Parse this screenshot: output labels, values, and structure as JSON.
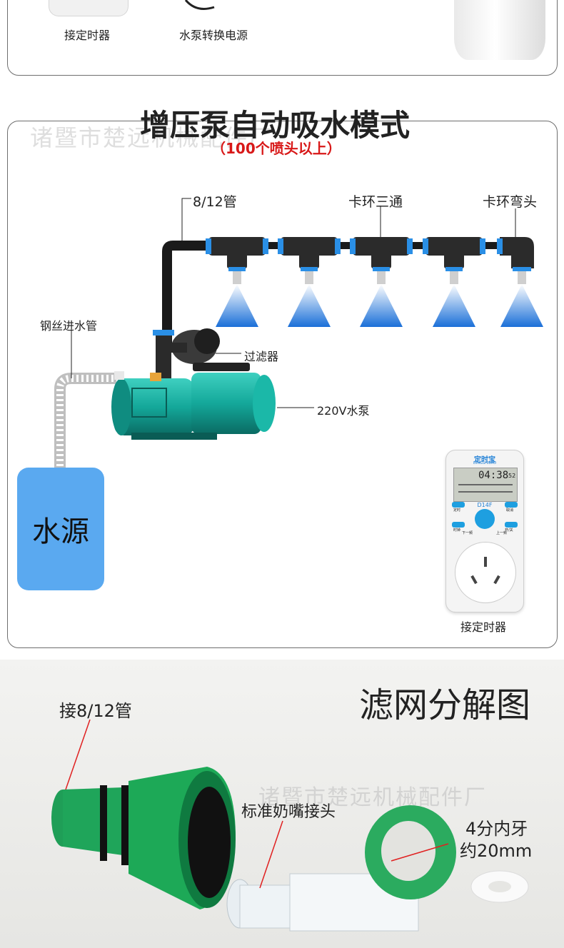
{
  "top_panel": {
    "timer_label": "接定时器",
    "power_label": "水泵转换电源"
  },
  "diagram": {
    "title": "增压泵自动吸水模式",
    "subtitle": "（100个喷头以上）",
    "watermark": "诸暨市楚远机械配件厂",
    "labels": {
      "pipe": "8/12管",
      "tee": "卡环三通",
      "elbow": "卡环弯头",
      "inlet_hose": "钢丝进水管",
      "filter": "过滤器",
      "pump": "220V水泵",
      "water_source": "水源",
      "timer": "接定时器"
    },
    "timer_device": {
      "brand": "定时宝",
      "brand_sub": "DINGSHIBAO",
      "model": "D14F",
      "display_time": "04:38",
      "display_sec": "52",
      "btn_timer": "定时",
      "btn_cancel": "取消",
      "btn_clock": "时钟",
      "btn_onoff": "开/关",
      "btn_next": "下一频",
      "btn_prev": "上一频"
    },
    "colors": {
      "water_source": "#5aa9f0",
      "pump": "#14a89a",
      "spray": "#1a6fd8"
    }
  },
  "filter_section": {
    "title": "滤网分解图",
    "watermark": "诸暨市楚远机械配件厂",
    "label_pipe": "接8/12管",
    "label_nozzle": "标准奶嘴接头",
    "label_thread_line1": "4分内牙",
    "label_thread_line2": "约20mm"
  }
}
